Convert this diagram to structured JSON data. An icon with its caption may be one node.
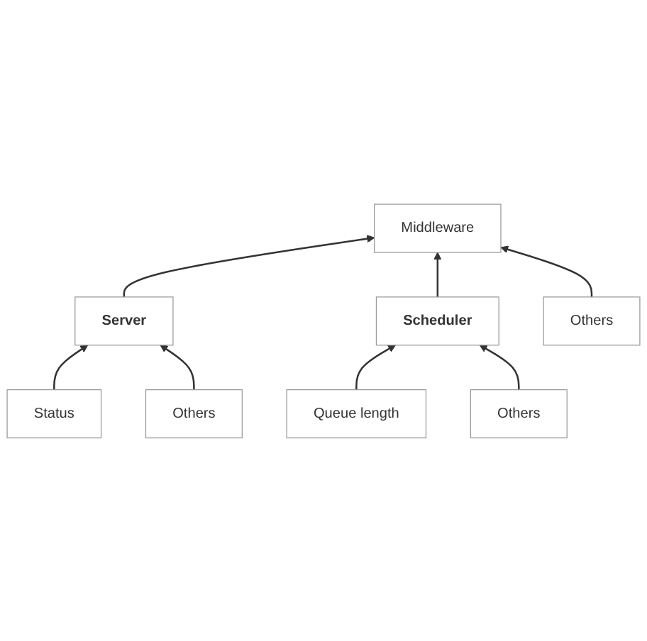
{
  "diagram": {
    "nodes": [
      {
        "text": [
          "Middleware"
        ]
      },
      {
        "text": [
          "Server"
        ]
      },
      {
        "text": [
          "Status"
        ]
      },
      {
        "text": [
          "Others"
        ]
      },
      {
        "text": [
          "Scheduler"
        ]
      },
      {
        "text": [
          "Queue length"
        ]
      },
      {
        "text": [
          "Others"
        ]
      },
      {
        "text": [
          "Others"
        ]
      }
    ],
    "edges": [
      {
        "from": 2,
        "to": 1,
        "arrow": "to"
      },
      {
        "from": 3,
        "to": 1,
        "arrow": "to"
      },
      {
        "from": 1,
        "to": 0,
        "arrow": "to"
      },
      {
        "from": 5,
        "to": 4,
        "arrow": "to"
      },
      {
        "from": 6,
        "to": 4,
        "arrow": "to"
      },
      {
        "from": 4,
        "to": 0,
        "arrow": "to"
      },
      {
        "from": 7,
        "to": 0,
        "arrow": "to"
      }
    ]
  }
}
